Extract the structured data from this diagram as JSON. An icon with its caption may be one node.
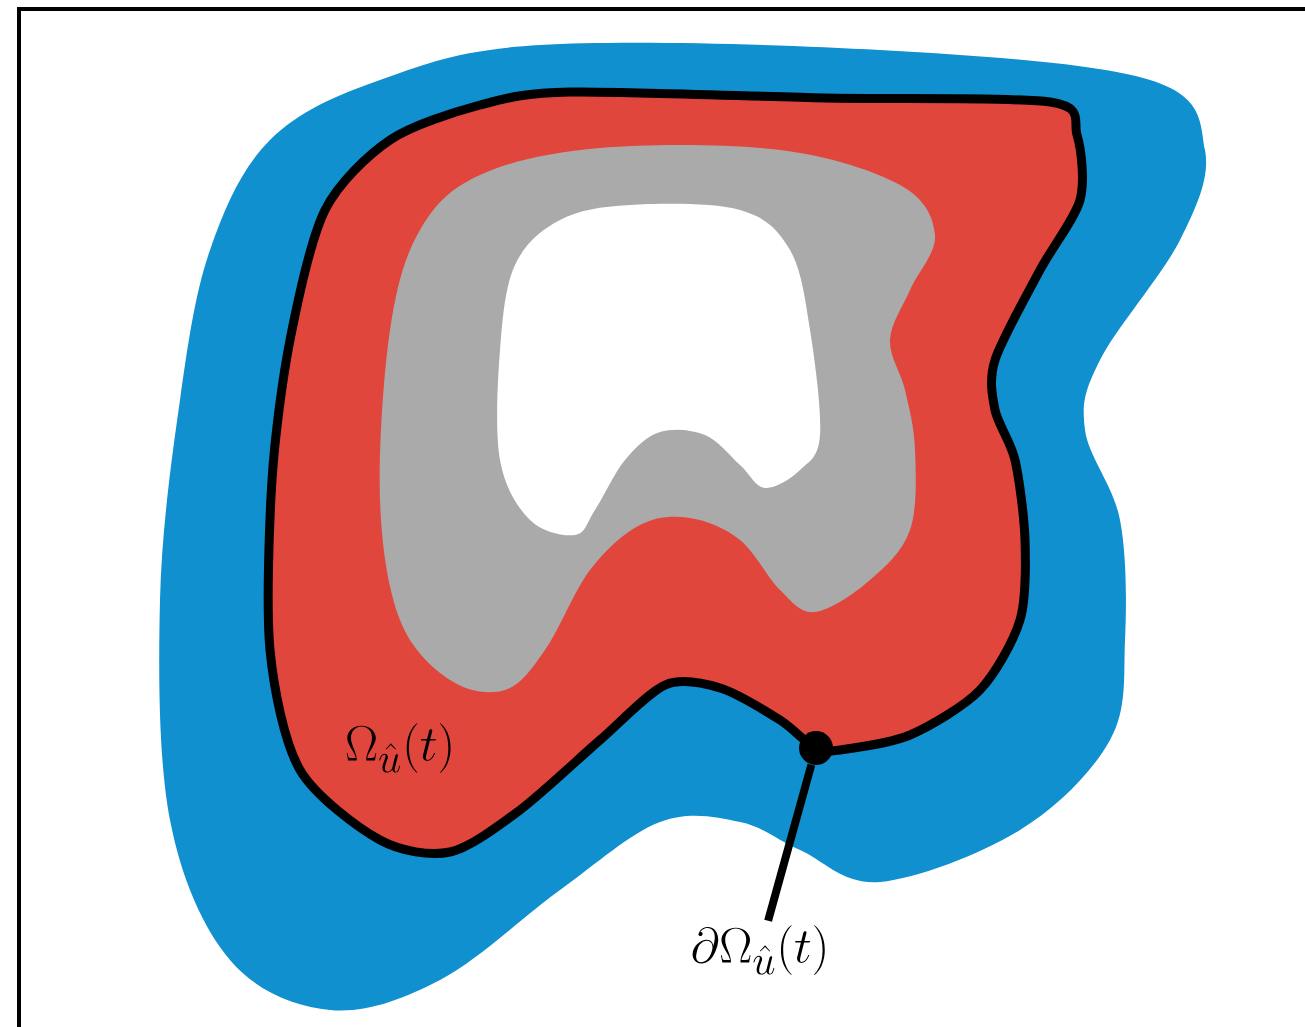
{
  "diagram": {
    "nodes": [
      {
        "text": [
          "\\partial\\Omega_{\\hat{u}}(t)"
        ]
      },
      {
        "text": [],
        "shape": "circle"
      }
    ],
    "edges": [
      {
        "from": 0,
        "to": 1,
        "arrow": "none"
      }
    ],
    "labels": [
      "\\Omega_{\\hat{u}}(t)"
    ]
  }
}
